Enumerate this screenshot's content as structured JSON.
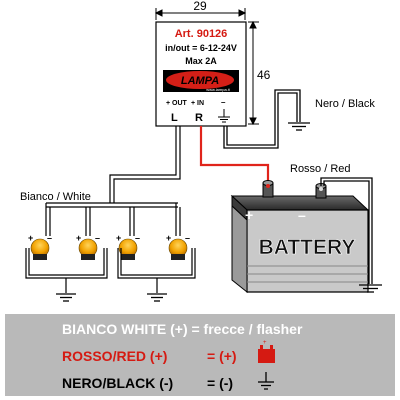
{
  "module": {
    "width_dim": "29",
    "height_dim": "46",
    "article": "Art. 90126",
    "inout": "in/out = 6-12-24V",
    "max": "Max 2A",
    "logo": "LAMPA",
    "logo_url": "www.lampa.it",
    "out_label": "+ OUT",
    "in_label": "+ IN",
    "ground_label": "–",
    "terminal_l": "L",
    "terminal_r": "R"
  },
  "wires": {
    "nero": "Nero / Black",
    "rosso": "Rosso / Red",
    "bianco": "Bianco / White"
  },
  "battery": {
    "label": "BATTERY",
    "plus": "+",
    "minus": "–"
  },
  "bulbs": [
    {
      "plus": "+",
      "minus": "–"
    },
    {
      "plus": "+",
      "minus": "–"
    },
    {
      "plus": "+",
      "minus": "–"
    },
    {
      "plus": "+",
      "minus": "–"
    }
  ],
  "legend": {
    "row1": "BIANCO WHITE (+) = frecce / flasher",
    "row2_left": "ROSSO/RED (+)",
    "row2_right": "= (+)",
    "row3_left": "NERO/BLACK (-)",
    "row3_right": "= (-)"
  },
  "colors": {
    "red_wire": "#e0241b",
    "legend_bg": "#b9b9b9",
    "legend_text_white": "#ffffff",
    "legend_text_red": "#d51a12",
    "bulb_amber": "#f2a200",
    "logo_red": "#d41f17"
  }
}
